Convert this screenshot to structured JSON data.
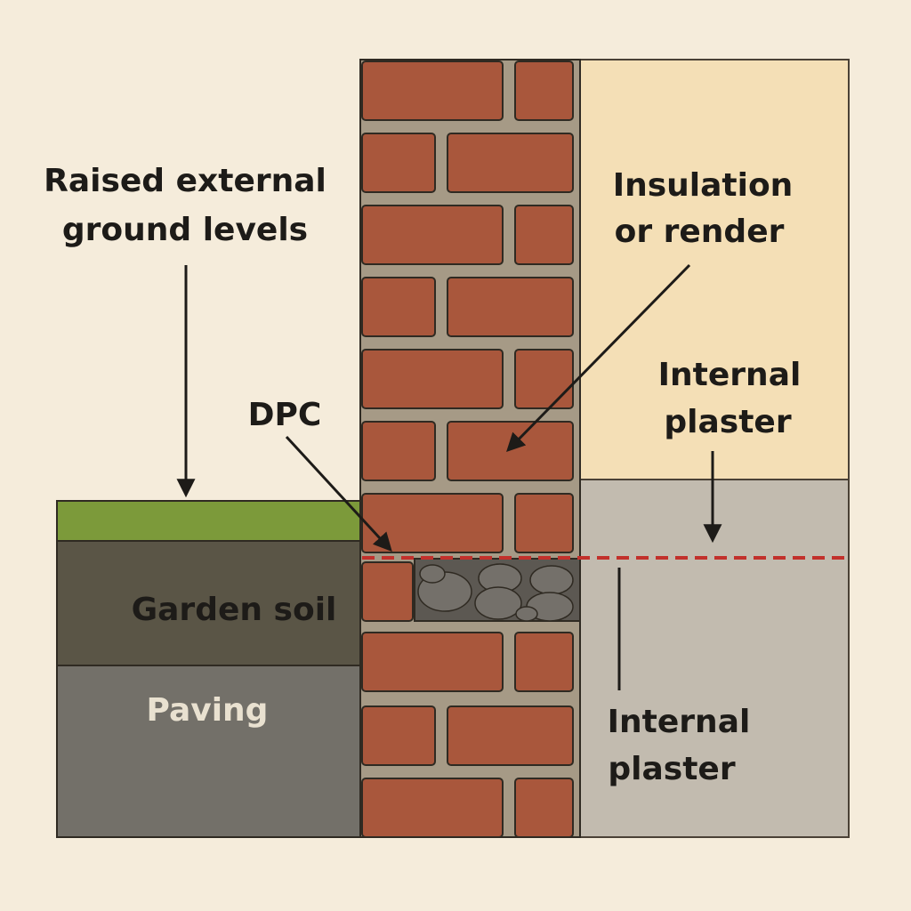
{
  "labels": {
    "raised_ground_line1": "Raised external",
    "raised_ground_line2": "ground levels",
    "insulation_line1": "Insulation",
    "insulation_line2": "or render",
    "internal_plaster_upper_line1": "Internal",
    "internal_plaster_upper_line2": "plaster",
    "dpc": "DPC",
    "garden_soil": "Garden soil",
    "paving": "Paving",
    "internal_plaster_lower_line1": "Internal",
    "internal_plaster_lower_line2": "plaster"
  },
  "colors": {
    "background": "#f5ecdb",
    "brick": "#a9573c",
    "mortar": "#a69a86",
    "grass": "#7c9a3a",
    "soil": "#5a5546",
    "paving": "#737069",
    "insulation": "#f4dfb6",
    "internal_plaster": "#c2bbaf",
    "dpc_line": "#c2302b",
    "rubble": "#5c5852",
    "text_dark": "#1d1b18",
    "text_light": "#e9e1d0"
  }
}
